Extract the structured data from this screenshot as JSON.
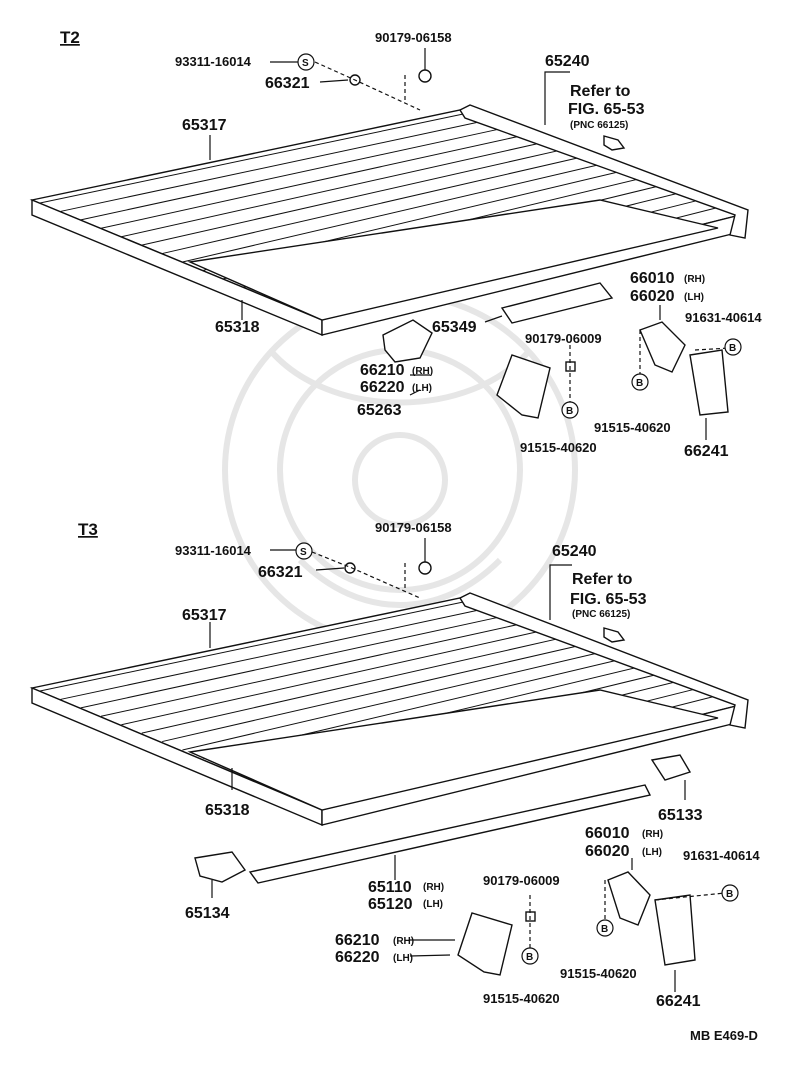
{
  "sections": [
    {
      "title": "T2",
      "labels": {
        "bolt_a": "93311-16014",
        "washer": "66321",
        "nut_top": "90179-06158",
        "panel_front": "65240",
        "refer_line1": "Refer to",
        "refer_line2": "FIG. 65-53",
        "refer_line3": "(PNC 66125)",
        "floor_main": "65317",
        "floor_sub": "65318",
        "rail": "65349",
        "plate": "65263",
        "nut_mid": "90179-06009",
        "flap_rh": "66210",
        "flap_lh": "66220",
        "rh": "(RH)",
        "lh": "(LH)",
        "bolt_b": "91515-40620",
        "bracket_rh": "66010",
        "bracket_lh": "66020",
        "bolt_c": "91631-40614",
        "bolt_d": "91515-40620",
        "guard": "66241"
      }
    },
    {
      "title": "T3",
      "labels": {
        "bolt_a": "93311-16014",
        "washer": "66321",
        "nut_top": "90179-06158",
        "panel_front": "65240",
        "refer_line1": "Refer to",
        "refer_line2": "FIG. 65-53",
        "refer_line3": "(PNC 66125)",
        "floor_main": "65317",
        "floor_sub": "65318",
        "corner": "65133",
        "corner_b": "65134",
        "sill_rh": "65110",
        "sill_lh": "65120",
        "nut_mid": "90179-06009",
        "flap_rh": "66210",
        "flap_lh": "66220",
        "rh": "(RH)",
        "lh": "(LH)",
        "bolt_b": "91515-40620",
        "bracket_rh": "66010",
        "bracket_lh": "66020",
        "bolt_c": "91631-40614",
        "bolt_d": "91515-40620",
        "guard": "66241"
      }
    }
  ],
  "markers": {
    "s": "S",
    "b": "B"
  },
  "footer": "MB  E469-D"
}
